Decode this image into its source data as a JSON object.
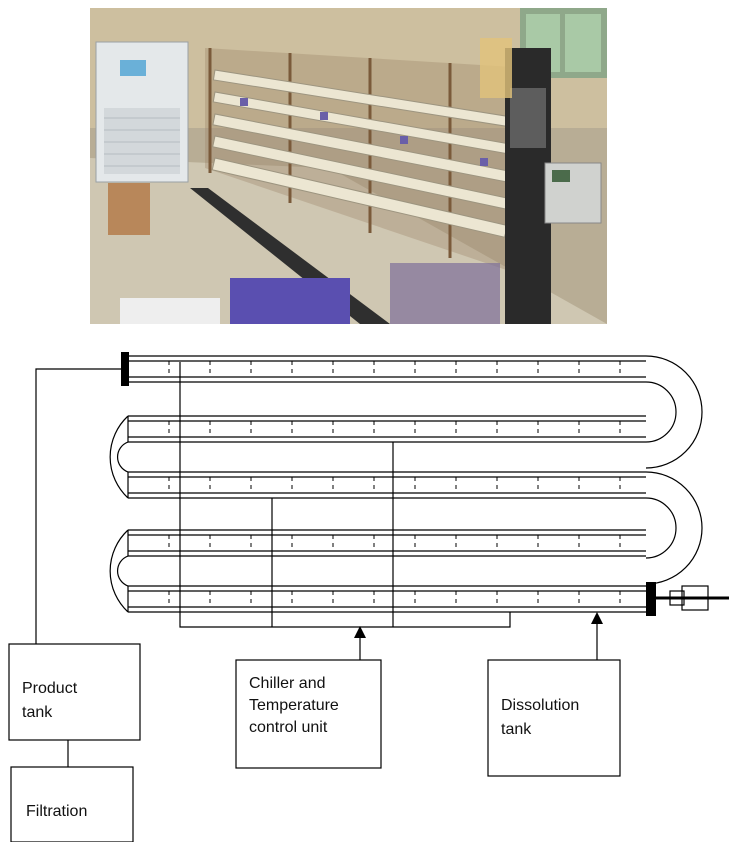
{
  "photo": {
    "description_icon": "lab-photo-crystallizer-rig",
    "colors": {
      "floor": "#c9c2ad",
      "wall": "#c9b99a",
      "frame": "#8a6a4a",
      "tube": "#e6e0cc",
      "dark": "#2b2b2b",
      "cabinet": "#dfe3e6"
    }
  },
  "diagram": {
    "stroke_color": "#000000",
    "boxes": {
      "product_tank": {
        "line1": "Product",
        "line2": "tank"
      },
      "filtration": {
        "line1": "Filtration"
      },
      "chiller": {
        "line1": "Chiller and",
        "line2": "Temperature",
        "line3": "control unit"
      },
      "dissolution": {
        "line1": "Dissolution",
        "line2": "tank"
      }
    }
  }
}
